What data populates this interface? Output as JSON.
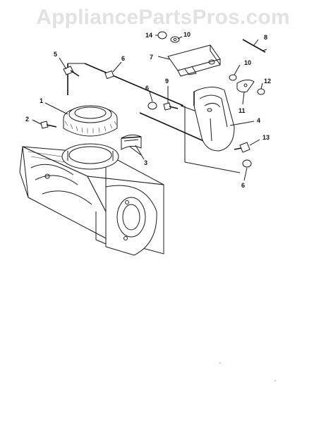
{
  "watermark": {
    "text": "AppliancePartsPros.com"
  },
  "callouts": [
    "1",
    "2",
    "3",
    "4",
    "5",
    "6",
    "6",
    "6",
    "7",
    "8",
    "9",
    "10",
    "10",
    "11",
    "12",
    "13",
    "14"
  ],
  "parts": {
    "item_1": "1",
    "item_2": "2",
    "item_3": "3",
    "item_4": "4",
    "item_5": "5",
    "item_6a": "6",
    "item_6b": "6",
    "item_6c": "6",
    "item_7": "7",
    "item_8": "8",
    "item_9": "9",
    "item_10a": "10",
    "item_10b": "10",
    "item_11": "11",
    "item_12": "12",
    "item_13": "13",
    "item_14": "14"
  }
}
